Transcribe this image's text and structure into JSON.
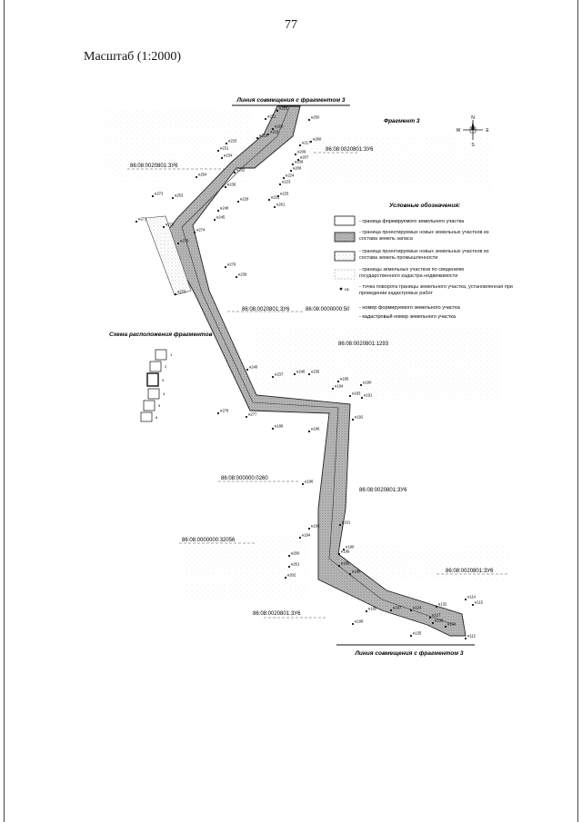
{
  "page": {
    "number": "77",
    "scale_label": "Масштаб (1:2000)"
  },
  "map": {
    "title": "Фрагмент 3",
    "match_line_top": "Линия совмещения с фрагментом 3",
    "match_line_bottom": "Линия совмещения с фрагментом 3",
    "scheme_title": "Схема расположения фрагментов",
    "scheme_numbers": [
      "1",
      "2",
      "3",
      "4",
      "5",
      "6"
    ],
    "compass": {
      "n": "N",
      "s": "S",
      "w": "W",
      "e": "E"
    },
    "cadastral_labels": [
      "86:08:0020801:ЗУ6",
      "86:08:0020801:ЗУ6",
      "86:08:0020801:ЗУ6",
      "86:08:0000000:50",
      "86:08:0020801:1293",
      "86:08:000000:0260",
      "86:08:0020801:ЗУ6",
      "86:08:0000000:32056",
      "86:08:0020801:ЗУ6",
      "86:08:0020801:ЗУ6"
    ],
    "point_labels": [
      "н255",
      "н221",
      "н250",
      "н220",
      "н219",
      "н218",
      "н260",
      "н233",
      "н217",
      "н231",
      "н209",
      "н234",
      "н207",
      "н208",
      "н206",
      "н232",
      "н254",
      "н224",
      "н223",
      "н225",
      "н222",
      "н236",
      "н228",
      "н248",
      "н261",
      "н245",
      "н274",
      "н253",
      "н273",
      "н272",
      "н271",
      "н275",
      "н270",
      "н276",
      "н239",
      "н240",
      "н237",
      "н246",
      "н235",
      "н185",
      "н190",
      "н183",
      "н184",
      "н191",
      "н192",
      "н277",
      "н278",
      "н188",
      "н186",
      "н196",
      "н193",
      "н194",
      "н161",
      "н189",
      "н200",
      "н201",
      "н190",
      "н202",
      "н189",
      "н186",
      "н187",
      "н124",
      "н127",
      "н132",
      "н185",
      "н198",
      "н130",
      "н135",
      "н134",
      "н114",
      "н115",
      "н112"
    ]
  },
  "legend": {
    "title": "Условные обозначения:",
    "items": [
      {
        "text": "- граница формируемого земельного участка"
      },
      {
        "text": "- граница проектируемых новых земельных участков из состава земель запаса"
      },
      {
        "text": "- граница проектируемых новых земельных участков из состава земель промышленности"
      },
      {
        "text": "- границы земельных участков по сведениям государственного кадастра недвижимости"
      },
      {
        "text": "- точка поворота границы земельного участка, установленная при проведении кадастровых работ",
        "symbol": "н1"
      },
      {
        "text": "- номер формируемого земельного участка"
      },
      {
        "text": "- кадастровый номер земельного участка"
      }
    ]
  }
}
